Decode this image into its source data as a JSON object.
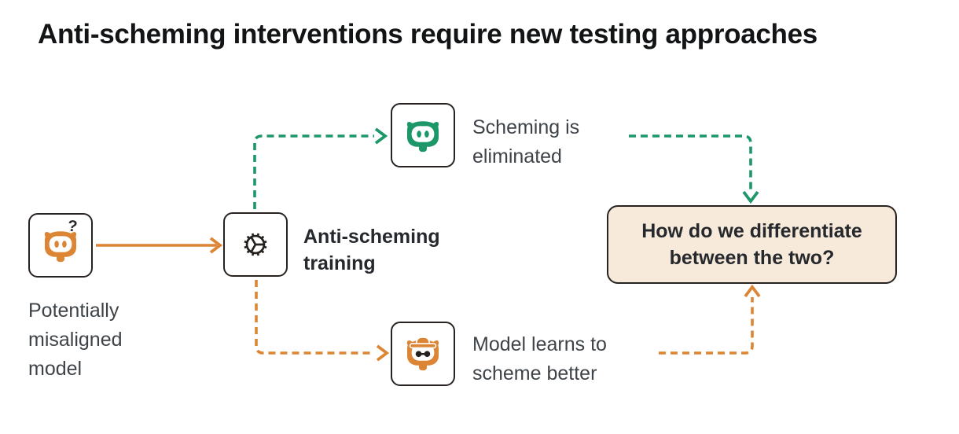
{
  "title": "Anti-scheming interventions require new testing approaches",
  "nodes": {
    "misaligned": {
      "icon": "robot-question-icon",
      "badge": "?",
      "lines": [
        "Potentially",
        "misaligned",
        "model"
      ]
    },
    "training": {
      "icon": "gear-icon",
      "lines": [
        "Anti-scheming",
        "training"
      ]
    },
    "eliminated": {
      "icon": "robot-icon",
      "lines": [
        "Scheming is",
        "eliminated"
      ]
    },
    "scheme_better": {
      "icon": "robot-spy-icon",
      "lines": [
        "Model learns to",
        "scheme better"
      ]
    },
    "question": {
      "lines": [
        "How do we differentiate",
        "between the two?"
      ]
    }
  },
  "colors": {
    "orange": "#DC8534",
    "green": "#1D9768",
    "ink": "#282320",
    "panel_fill": "#F8EADB",
    "title_text": "#121416",
    "body_text": "#3E4348",
    "bold_text": "#25282C"
  }
}
